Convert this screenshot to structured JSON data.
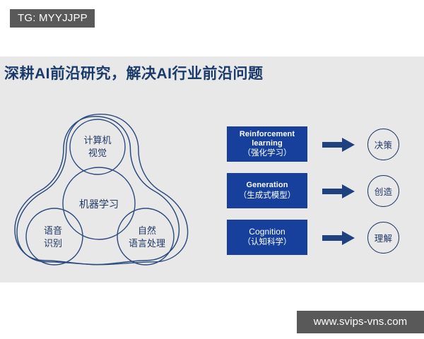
{
  "overlays": {
    "tg_badge": "TG: MYYJJPP",
    "site_badge": "www.svips-vns.com"
  },
  "slide": {
    "title": "深耕AI前沿研究，解决AI行业前沿问题",
    "title_color": "#1a3a6b",
    "band_color": "#e8e8e8",
    "accent_color": "#16409c",
    "outline_color": "#1f3864"
  },
  "venn": {
    "center": {
      "label": "机器学习"
    },
    "nodes": [
      {
        "label_line1": "计算机",
        "label_line2": "视觉"
      },
      {
        "label_line1": "语音",
        "label_line2": "识别"
      },
      {
        "label_line1": "自然",
        "label_line2": "语言处理"
      }
    ]
  },
  "flow": {
    "rows": [
      {
        "box_en": "Reinforcement learning",
        "box_en_line1": "Reinforcement",
        "box_en_line2": "learning",
        "box_cn": "（强化学习）",
        "arrow": "arrow-right-icon",
        "circle": "决策"
      },
      {
        "box_en": "Generation",
        "box_en_line1": "Generation",
        "box_en_line2": "",
        "box_cn": "（生成式模型）",
        "arrow": "arrow-right-icon",
        "circle": "创造"
      },
      {
        "box_en": "Cognition",
        "box_en_line1": "Cognition",
        "box_en_line2": "",
        "box_cn": "（认知科学）",
        "arrow": "arrow-right-icon",
        "circle": "理解"
      }
    ]
  }
}
